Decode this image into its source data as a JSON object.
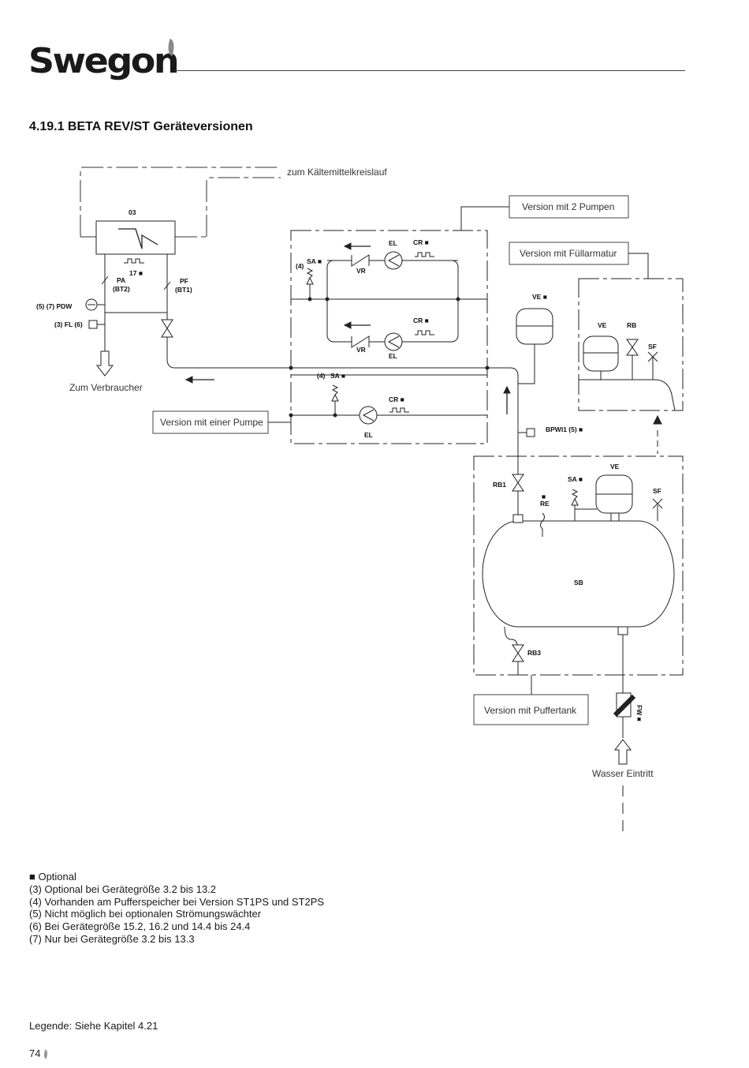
{
  "brand": {
    "logo_text": "Swegon"
  },
  "section_title": "4.19.1 BETA REV/ST Geräteversionen",
  "diagram": {
    "captions": {
      "refrigerant": "zum Kältemittelkreislauf",
      "consumer": "Zum Verbraucher",
      "water_inlet": "Wasser Eintritt"
    },
    "boxes": {
      "two_pumps": "Version mit 2 Pumpen",
      "filling": "Version mit Füllarmatur",
      "one_pump": "Version mit einer Pumpe",
      "buffer_tank": "Version mit Puffertank"
    },
    "labels": {
      "hx": "03",
      "sensor17": "17 ■",
      "pa": "PA",
      "bt2": "(BT2)",
      "pf": "PF",
      "bt1": "(BT1)",
      "pdw": "(5) (7) PDW",
      "fl": "(3) FL (6)",
      "sa_top": "SA ■",
      "note4_top": "(4)",
      "el_top": "EL",
      "cr_top": "CR ■",
      "vr_top": "VR",
      "cr_mid": "CR ■",
      "vr_mid": "VR",
      "el_mid": "EL",
      "note4_single": "(4)",
      "sa_single": "SA ■",
      "cr_single": "CR ■",
      "el_single": "EL",
      "ve_main": "VE ■",
      "ve_fill": "VE",
      "rb_fill": "RB",
      "sf_fill": "SF",
      "bpwi": "BPWI1 (5) ■",
      "ve_tank": "VE",
      "sa_tank": "SA ■",
      "sf_tank": "SF",
      "rb1": "RB1",
      "re_mark": "■",
      "re": "RE",
      "sb": "SB",
      "rb3": "RB3",
      "fw": "FW ■"
    }
  },
  "notes": [
    "■ Optional",
    "(3) Optional bei Gerätegröße 3.2 bis 13.2",
    "(4) Vorhanden am Pufferspeicher bei Version ST1PS und ST2PS",
    "(5) Nicht möglich bei optionalen Strömungswächter",
    "(6) Bei Gerätegröße 15.2, 16.2 und 14.4 bis 24.4",
    "(7) Nur bei Gerätegröße 3.2 bis 13.3"
  ],
  "legend_ref": "Legende: Siehe Kapitel 4.21",
  "page_number": "74"
}
